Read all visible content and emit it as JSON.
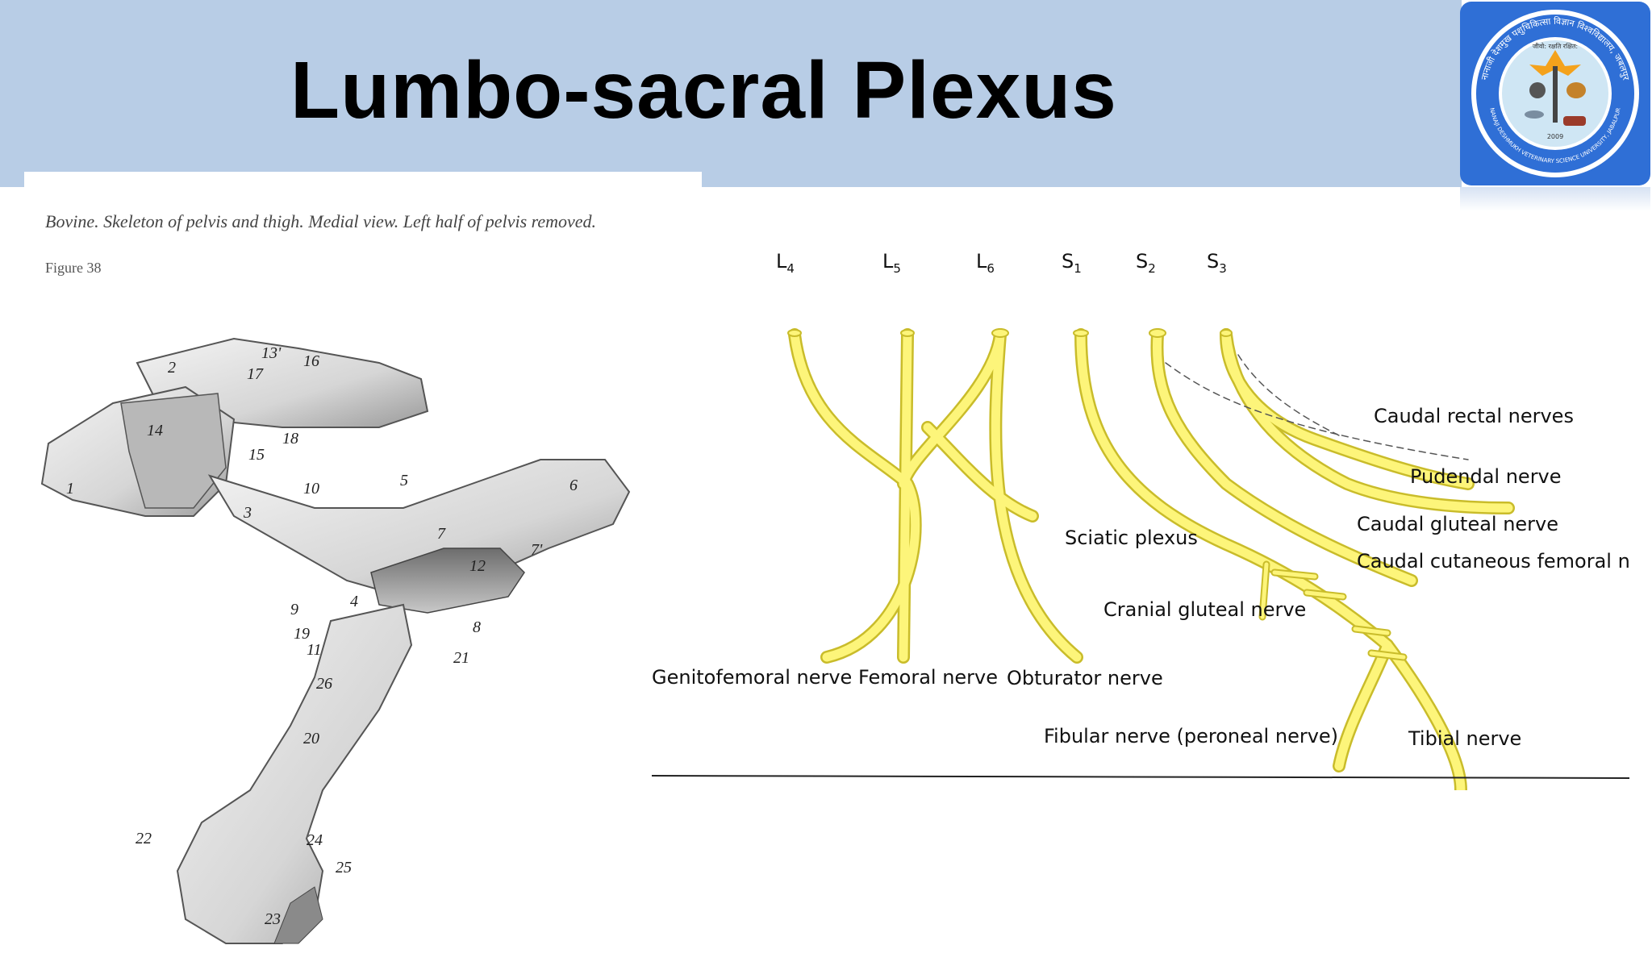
{
  "header": {
    "title": "Lumbo-sacral Plexus"
  },
  "logo": {
    "ring_text": "नानाजी देशमुख पशुचिकित्सा विज्ञान विश्वविद्यालय, जबलपुर",
    "motto": "जीवो: रक्षति रक्षित:",
    "bottom_text": "NANAJI DESHMUKH VETERINARY SCIENCE UNIVERSITY, JABALPUR",
    "year": "2009"
  },
  "left_figure": {
    "caption": "Bovine. Skeleton of pelvis and thigh. Medial view. Left half of pelvis removed.",
    "figure_number": "Figure 38",
    "numbers": [
      "1",
      "2",
      "3",
      "4",
      "5",
      "6",
      "7",
      "7'",
      "8",
      "9",
      "10",
      "11",
      "12",
      "13'",
      "14",
      "15",
      "16",
      "17",
      "18",
      "19",
      "20",
      "21",
      "22",
      "23",
      "24",
      "25",
      "26"
    ]
  },
  "right_diagram": {
    "roots": [
      {
        "base": "L",
        "sub": "4"
      },
      {
        "base": "L",
        "sub": "5"
      },
      {
        "base": "L",
        "sub": "6"
      },
      {
        "base": "S",
        "sub": "1"
      },
      {
        "base": "S",
        "sub": "2"
      },
      {
        "base": "S",
        "sub": "3"
      }
    ],
    "labels": {
      "caudal_rectal": "Caudal rectal nerves",
      "pudendal": "Pudendal nerve",
      "caudal_gluteal": "Caudal gluteal nerve",
      "caudal_cutaneous": "Caudal cutaneous femoral nerve",
      "sciatic_plexus": "Sciatic plexus",
      "cranial_gluteal": "Cranial gluteal nerve",
      "genitofemoral": "Genitofemoral nerve",
      "femoral": "Femoral nerve",
      "obturator": "Obturator nerve",
      "fibular": "Fibular nerve (peroneal nerve)",
      "tibial": "Tibial nerve"
    }
  },
  "colors": {
    "header_band": "#b8cde6",
    "nerve_fill": "#fdf57a",
    "nerve_stroke": "#c9bc2a",
    "logo_blue": "#2f6fd6"
  }
}
